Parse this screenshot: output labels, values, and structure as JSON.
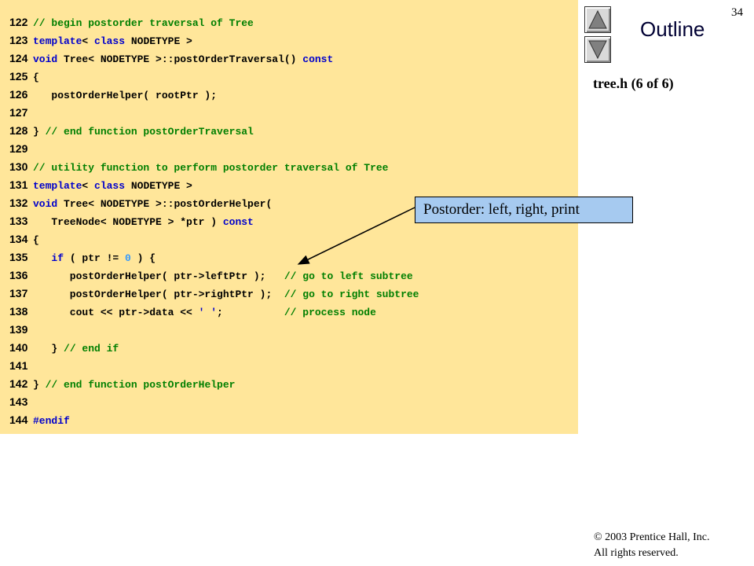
{
  "page_number": "34",
  "sidebar": {
    "outline_label": "Outline",
    "file_label": "tree.h  (6 of 6)",
    "nav_up_icon": "triangle-up-icon",
    "nav_down_icon": "triangle-down-icon"
  },
  "callout": {
    "text": "Postorder: left, right, print"
  },
  "footer": {
    "copyright": "© 2003 Prentice Hall, Inc.",
    "rights": "All rights reserved."
  },
  "colors": {
    "code_background": "#FFE69A",
    "comment": "#007F00",
    "keyword": "#0000CC",
    "number": "#3399FF",
    "callout_background": "#A6CAF0"
  },
  "code": [
    {
      "n": "122",
      "parts": [
        {
          "t": "// begin postorder traversal of Tree",
          "c": "cmt"
        }
      ]
    },
    {
      "n": "123",
      "parts": [
        {
          "t": "template",
          "c": "kw"
        },
        {
          "t": "< "
        },
        {
          "t": "class",
          "c": "kw"
        },
        {
          "t": " NODETYPE >"
        }
      ]
    },
    {
      "n": "124",
      "parts": [
        {
          "t": "void",
          "c": "kw"
        },
        {
          "t": " Tree< NODETYPE >::postOrderTraversal() "
        },
        {
          "t": "const",
          "c": "kw"
        }
      ]
    },
    {
      "n": "125",
      "parts": [
        {
          "t": "{"
        }
      ]
    },
    {
      "n": "126",
      "parts": [
        {
          "t": "   postOrderHelper( rootPtr );"
        }
      ]
    },
    {
      "n": "127",
      "parts": []
    },
    {
      "n": "128",
      "parts": [
        {
          "t": "} "
        },
        {
          "t": "// end function postOrderTraversal",
          "c": "cmt"
        }
      ]
    },
    {
      "n": "129",
      "parts": []
    },
    {
      "n": "130",
      "parts": [
        {
          "t": "// utility function to perform postorder traversal of Tree",
          "c": "cmt"
        }
      ]
    },
    {
      "n": "131",
      "parts": [
        {
          "t": "template",
          "c": "kw"
        },
        {
          "t": "< "
        },
        {
          "t": "class",
          "c": "kw"
        },
        {
          "t": " NODETYPE >"
        }
      ]
    },
    {
      "n": "132",
      "parts": [
        {
          "t": "void",
          "c": "kw"
        },
        {
          "t": " Tree< NODETYPE >::postOrderHelper("
        }
      ]
    },
    {
      "n": "133",
      "parts": [
        {
          "t": "   TreeNode< NODETYPE > *ptr ) "
        },
        {
          "t": "const",
          "c": "kw"
        }
      ]
    },
    {
      "n": "134",
      "parts": [
        {
          "t": "{"
        }
      ]
    },
    {
      "n": "135",
      "parts": [
        {
          "t": "   "
        },
        {
          "t": "if",
          "c": "kw"
        },
        {
          "t": " ( ptr != "
        },
        {
          "t": "0",
          "c": "num"
        },
        {
          "t": " ) {"
        }
      ]
    },
    {
      "n": "136",
      "parts": [
        {
          "t": "      postOrderHelper( ptr->leftPtr );   "
        },
        {
          "t": "// go to left subtree",
          "c": "cmt"
        }
      ]
    },
    {
      "n": "137",
      "parts": [
        {
          "t": "      postOrderHelper( ptr->rightPtr );  "
        },
        {
          "t": "// go to right subtree",
          "c": "cmt"
        }
      ]
    },
    {
      "n": "138",
      "parts": [
        {
          "t": "      cout << ptr->data << "
        },
        {
          "t": "' '",
          "c": "kw"
        },
        {
          "t": ";          "
        },
        {
          "t": "// process node",
          "c": "cmt"
        }
      ]
    },
    {
      "n": "139",
      "parts": []
    },
    {
      "n": "140",
      "parts": [
        {
          "t": "   } "
        },
        {
          "t": "// end if",
          "c": "cmt"
        }
      ]
    },
    {
      "n": "141",
      "parts": []
    },
    {
      "n": "142",
      "parts": [
        {
          "t": "} "
        },
        {
          "t": "// end function postOrderHelper",
          "c": "cmt"
        }
      ]
    },
    {
      "n": "143",
      "parts": []
    },
    {
      "n": "144",
      "parts": [
        {
          "t": "#endif",
          "c": "kw"
        }
      ]
    }
  ]
}
